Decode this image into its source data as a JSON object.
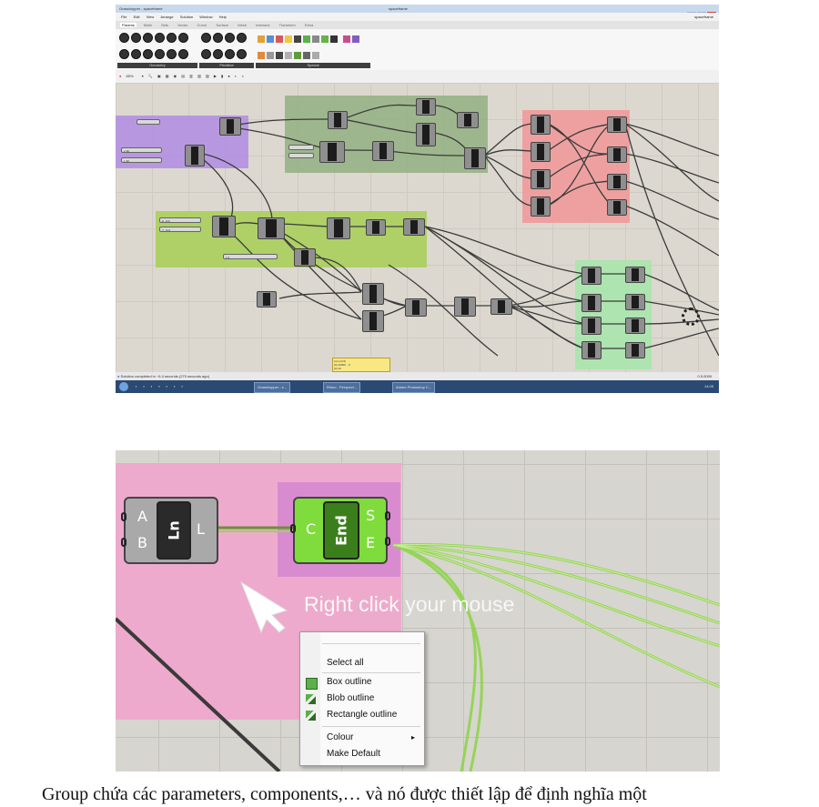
{
  "top_screenshot": {
    "window_title": "Grasshopper - spaceframe",
    "window_title_right": "spaceframe",
    "menu": [
      "File",
      "Edit",
      "View",
      "Arrange",
      "Solution",
      "Window",
      "Help"
    ],
    "tabs": [
      "Params",
      "Math",
      "Sets",
      "Vector",
      "Curve",
      "Surface",
      "Mesh",
      "Intersect",
      "Transform",
      "Extra"
    ],
    "active_tab": "Params",
    "ribbon_groups": [
      "Geometry",
      "Primitive",
      "Special"
    ],
    "zoom": "85%",
    "status_text": "Solution completed in ~6.4 seconds (270 seconds ago)",
    "status_right": "0.5.0099",
    "taskbar_items": [
      "Grasshopper - s...",
      "Rhino - Perspect...",
      "Adobe Photoshop C..."
    ],
    "clock": "14:05",
    "panel_lines": [
      "List (v2.0)",
      "{0} 40000 ...0",
      "{0} 10"
    ],
    "sliders": [
      "x 10",
      "x 10",
      "x 10",
      "Z ..9.3",
      "Y ..9.3",
      "x 4"
    ],
    "group_colors": {
      "purple": "#b08de3",
      "green_dark": "#8fae7c",
      "red": "#ef9a9a",
      "lime": "#a8cf5b",
      "mint": "#a9e6ab"
    }
  },
  "bottom_screenshot": {
    "ln_component": {
      "inputs": [
        "A",
        "B"
      ],
      "name": "Ln",
      "output": "L"
    },
    "end_component": {
      "input": "C",
      "name": "End",
      "outputs": [
        "S",
        "E"
      ]
    },
    "hint": "Right click your mouse",
    "context_menu": {
      "items": [
        "Select all",
        "Box outline",
        "Blob outline",
        "Rectangle outline",
        "Colour",
        "Make Default"
      ],
      "submenu_arrow": "▸"
    },
    "colors": {
      "pink_group": "#eeaacd",
      "inner_group": "#d98bd0",
      "end_fill": "#7fdc3c",
      "wire_green": "#8fd44d"
    }
  },
  "caption": "Group chứa các parameters, components,… và nó được thiết lập để định nghĩa  một"
}
